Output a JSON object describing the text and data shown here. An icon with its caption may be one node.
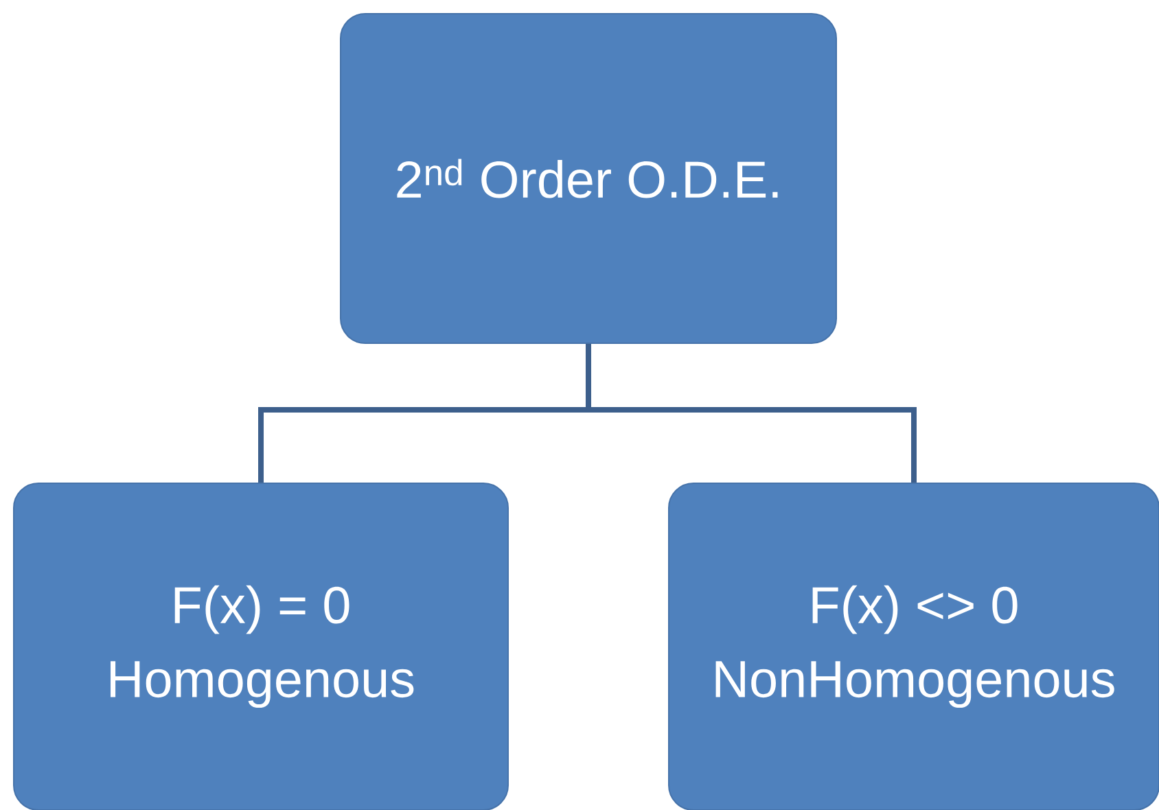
{
  "diagram": {
    "nodes": [
      {
        "text": [
          "2$^{nd}$ Order O.D.E."
        ]
      },
      {
        "text": [
          "F(x) = 0",
          "Homogenous"
        ]
      },
      {
        "text": [
          "F(x) <> 0",
          "NonHomogenous"
        ]
      }
    ],
    "edges": [
      {
        "from": 0,
        "to": 1,
        "arrow": "none"
      },
      {
        "from": 0,
        "to": 2,
        "arrow": "none"
      }
    ]
  }
}
